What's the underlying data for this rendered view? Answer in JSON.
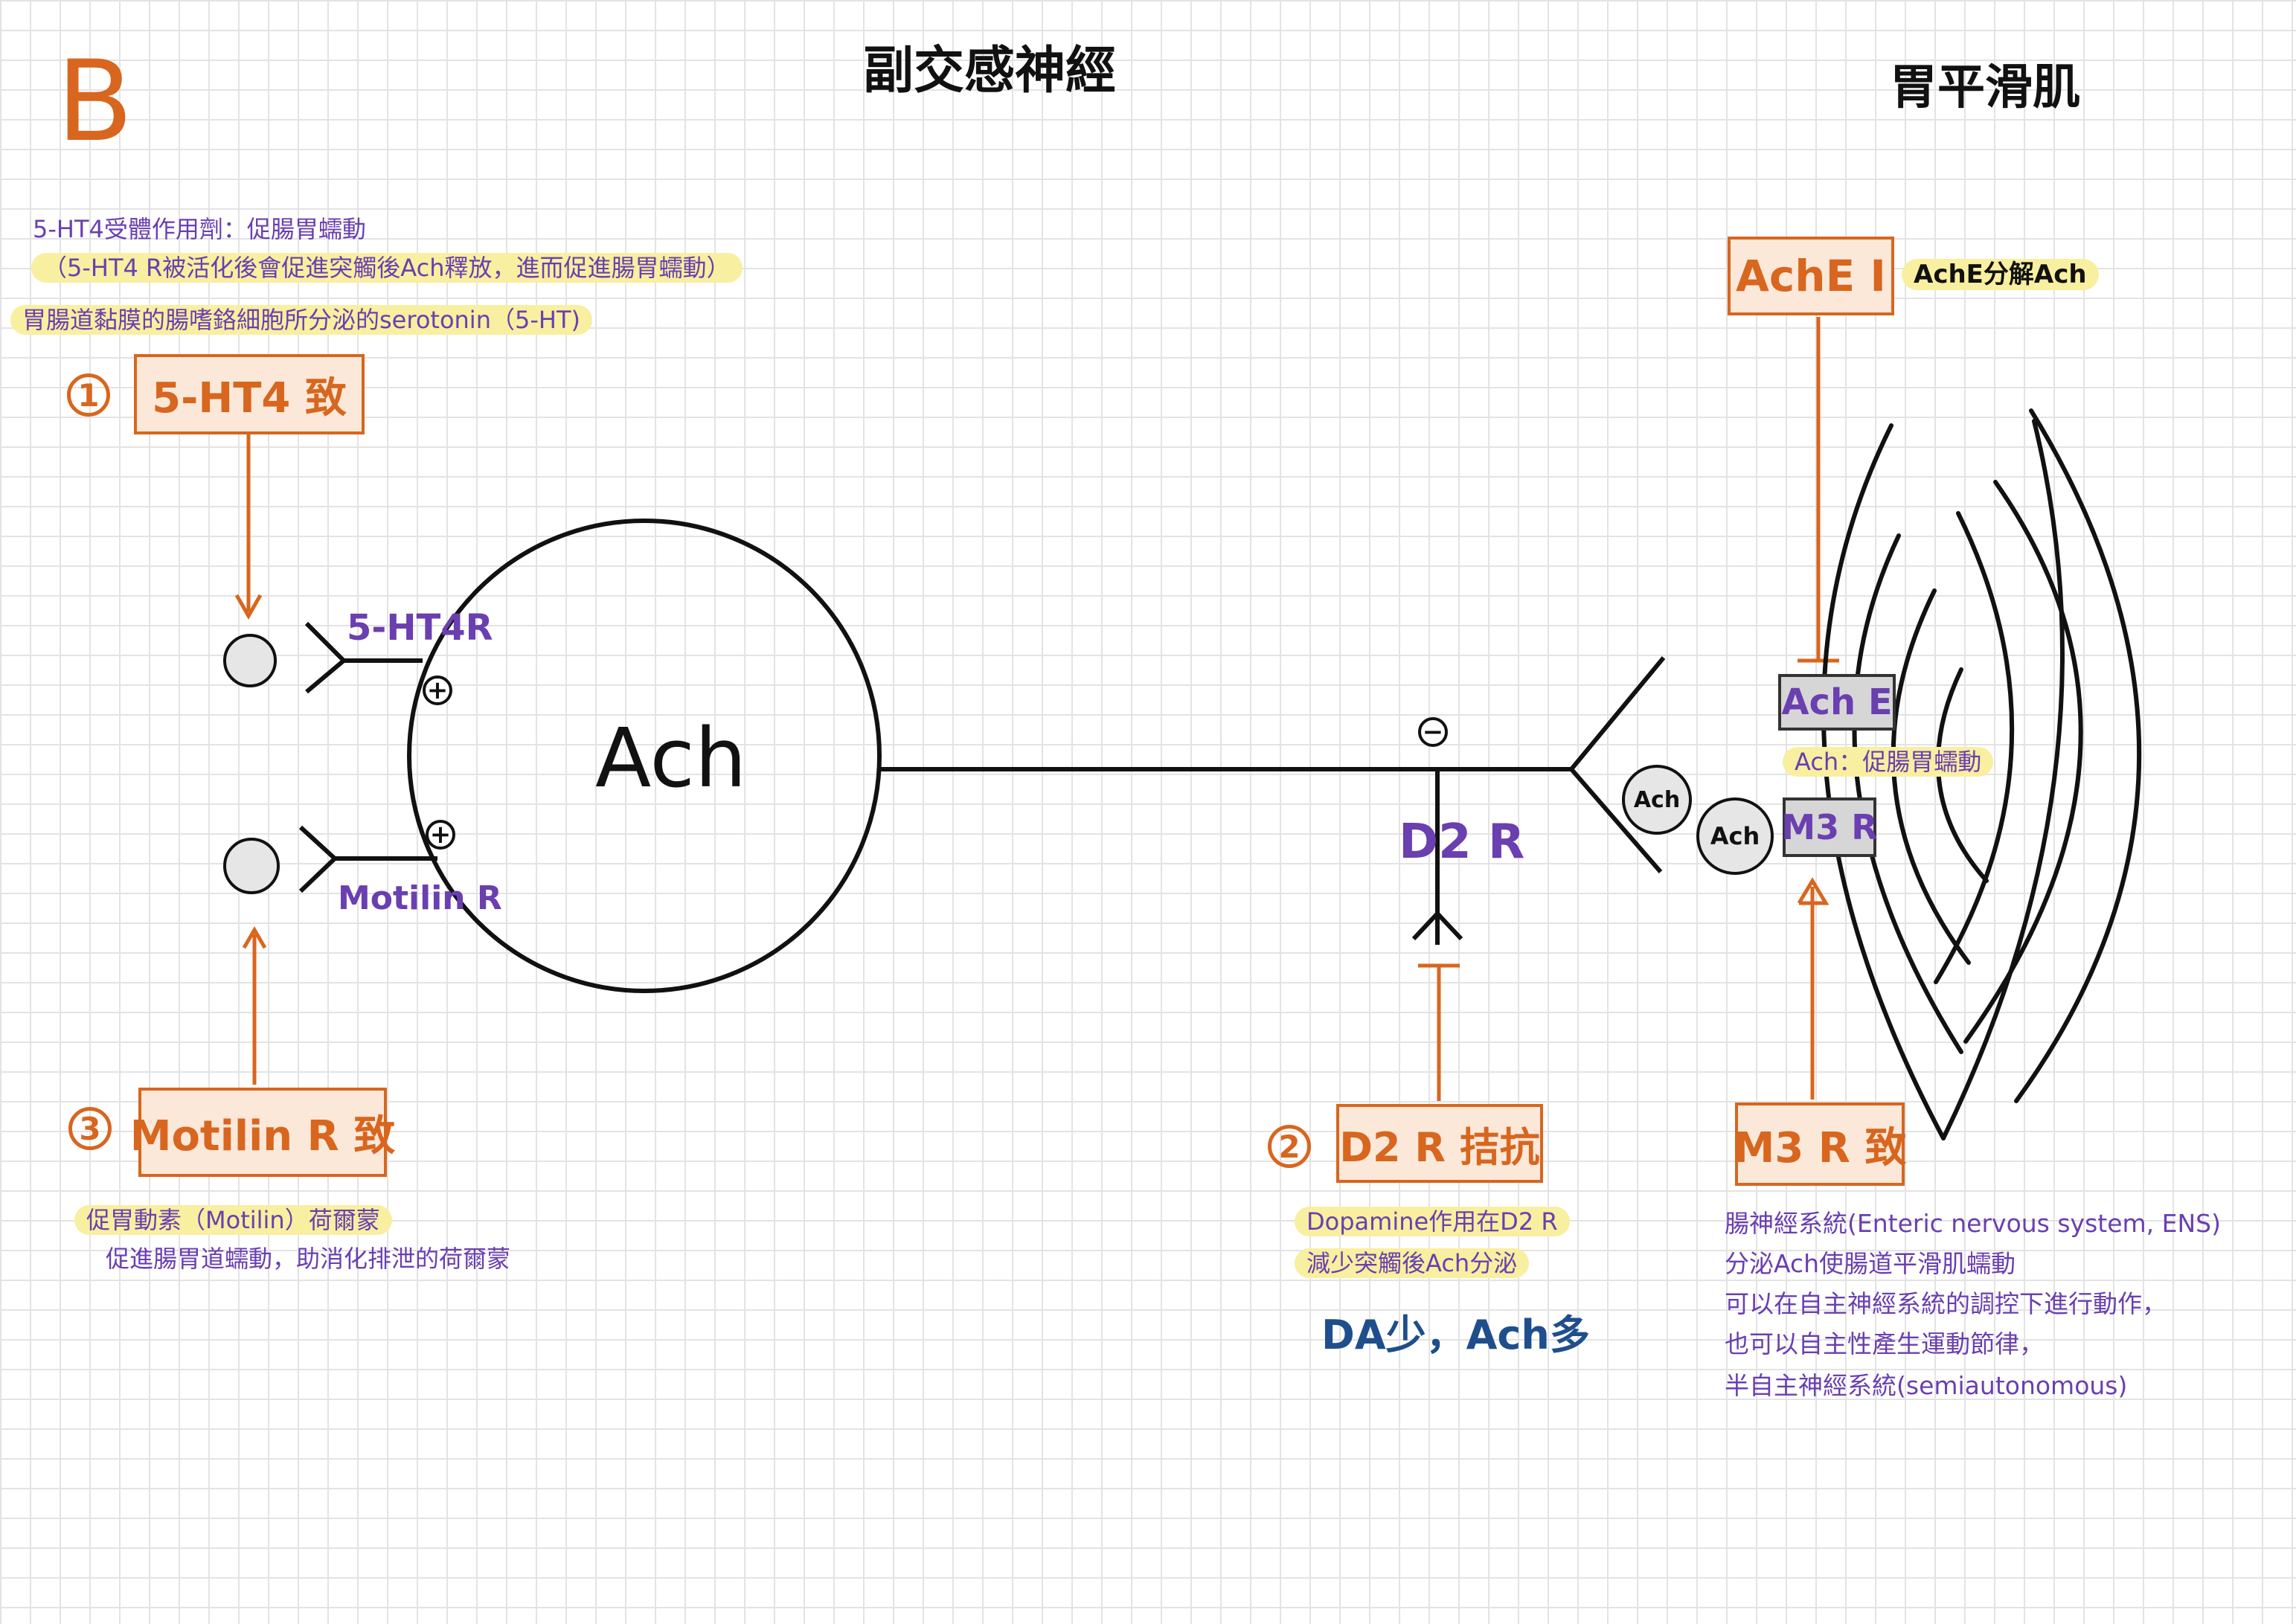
{
  "corner_letter": "B",
  "title_center": "副交感神經",
  "title_right": "胃平滑肌",
  "top_left": {
    "line1": "5-HT4受體作用劑：促腸胃蠕動",
    "line2": "（5-HT4 R被活化後會促進突觸後Ach釋放，進而促進腸胃蠕動）",
    "line3": "胃腸道黏膜的腸嗜鉻細胞所分泌的serotonin（5-HT)"
  },
  "drug1": {
    "number": "1",
    "label": "5-HT4 致"
  },
  "drug2": {
    "number": "2",
    "label": "D2 R 拮抗"
  },
  "drug3": {
    "number": "3",
    "label": "Motilin R 致"
  },
  "neuron": {
    "body_label": "Ach",
    "receptor_5ht4": "5-HT4R",
    "receptor_motilin": "Motilin R",
    "plus1": "+",
    "plus2": "+",
    "d2_label": "D2 R",
    "minus": "−"
  },
  "synapse": {
    "ach_ball_1": "Ach",
    "ach_ball_2": "Ach",
    "ache_box": "Ach E",
    "m3r_box": "M3 R",
    "ach_effect": "Ach：促腸胃蠕動"
  },
  "ache_inhibitor": {
    "label": "AchE I",
    "note": "AchE分解Ach"
  },
  "m3_agonist": {
    "label": "M3 R 致"
  },
  "motilin_note": {
    "line1": "促胃動素（Motilin）荷爾蒙",
    "line2": "促進腸胃道蠕動，助消化排泄的荷爾蒙"
  },
  "dopamine_note": {
    "line1": "Dopamine作用在D2 R",
    "line2": "減少突觸後Ach分泌",
    "line3": "DA少，Ach多"
  },
  "ens_note": {
    "line1": "腸神經系統(Enteric nervous system, ENS)",
    "line2": "分泌Ach使腸道平滑肌蠕動",
    "line3": "可以在自主神經系統的調控下進行動作，",
    "line4": "也可以自主性產生運動節律，",
    "line5": "半自主神經系統(semiautonomous)"
  },
  "colors": {
    "orange": "#d8661e",
    "purple": "#6a3fb0",
    "highlight": "#f8efa0",
    "blue": "#1f4e8c"
  }
}
